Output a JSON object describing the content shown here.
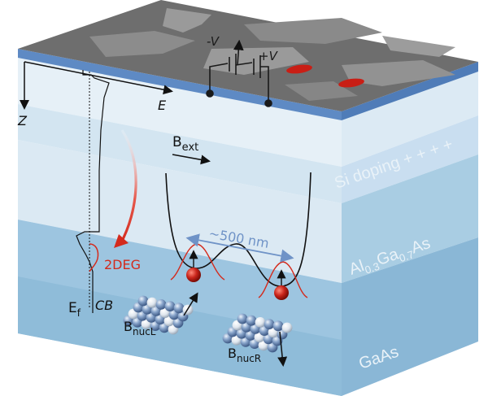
{
  "labels": {
    "minus_v": "-V",
    "plus_v": "+V",
    "axis_e": "E",
    "axis_z": "Z",
    "b_ext_main": "B",
    "b_ext_sub": "ext",
    "si_doping": "Si doping + + + +",
    "size": "~500 nm",
    "two_deg": "2DEG",
    "e_f_main": "E",
    "e_f_sub": "f",
    "cb": "CB",
    "b_nucl_main": "B",
    "b_nucl_sub": "nucL",
    "b_nucr_main": "B",
    "b_nucr_sub": "nucR",
    "algaas_1": "Al",
    "algaas_1_sub": "0.3",
    "algaas_2": "Ga",
    "algaas_2_sub": "0.7",
    "algaas_3": "As",
    "gaas": "GaAs"
  },
  "colors": {
    "red_accent": "#d42a1c",
    "top_gray": "#7d7d7d",
    "top_blue_stripe": "#5e8ac4",
    "layer_light": "#dbe9f3",
    "layer_mid": "#a9cde3",
    "layer_gaas": "#8fbcd9"
  }
}
